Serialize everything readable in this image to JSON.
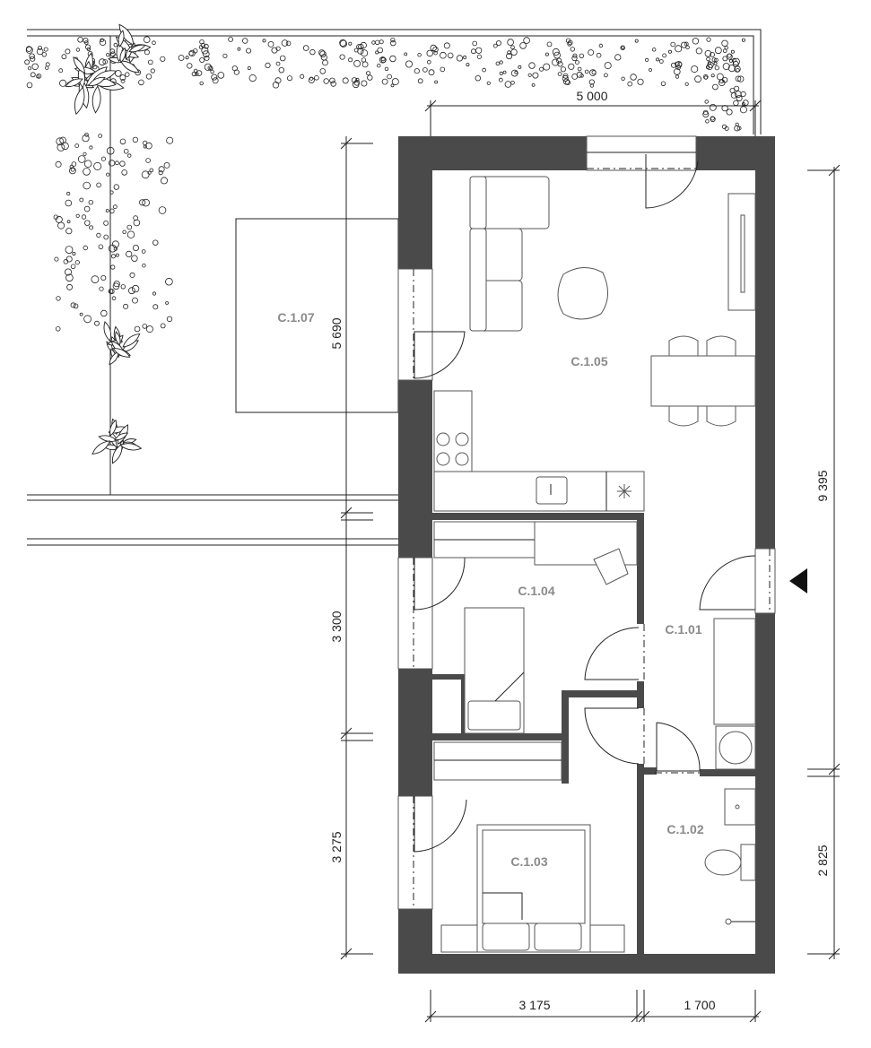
{
  "rooms": [
    {
      "id": "C.1.07"
    },
    {
      "id": "C.1.05"
    },
    {
      "id": "C.1.04"
    },
    {
      "id": "C.1.01"
    },
    {
      "id": "C.1.03"
    },
    {
      "id": "C.1.02"
    }
  ],
  "dimensions": {
    "top_width": "5 000",
    "left_upper": "5 690",
    "left_middle": "3 300",
    "left_lower": "3 275",
    "right_total": "9 395",
    "right_lower": "2 825",
    "bottom_left": "3 175",
    "bottom_right": "1 700"
  },
  "colors": {
    "wall": "#4a4a4a",
    "label": "#8a8a8a",
    "line": "#222222"
  },
  "icons": [
    "entrance-arrow-icon",
    "plant-icon",
    "hob-icon",
    "sink-icon",
    "toilet-icon",
    "washing-machine-icon"
  ]
}
